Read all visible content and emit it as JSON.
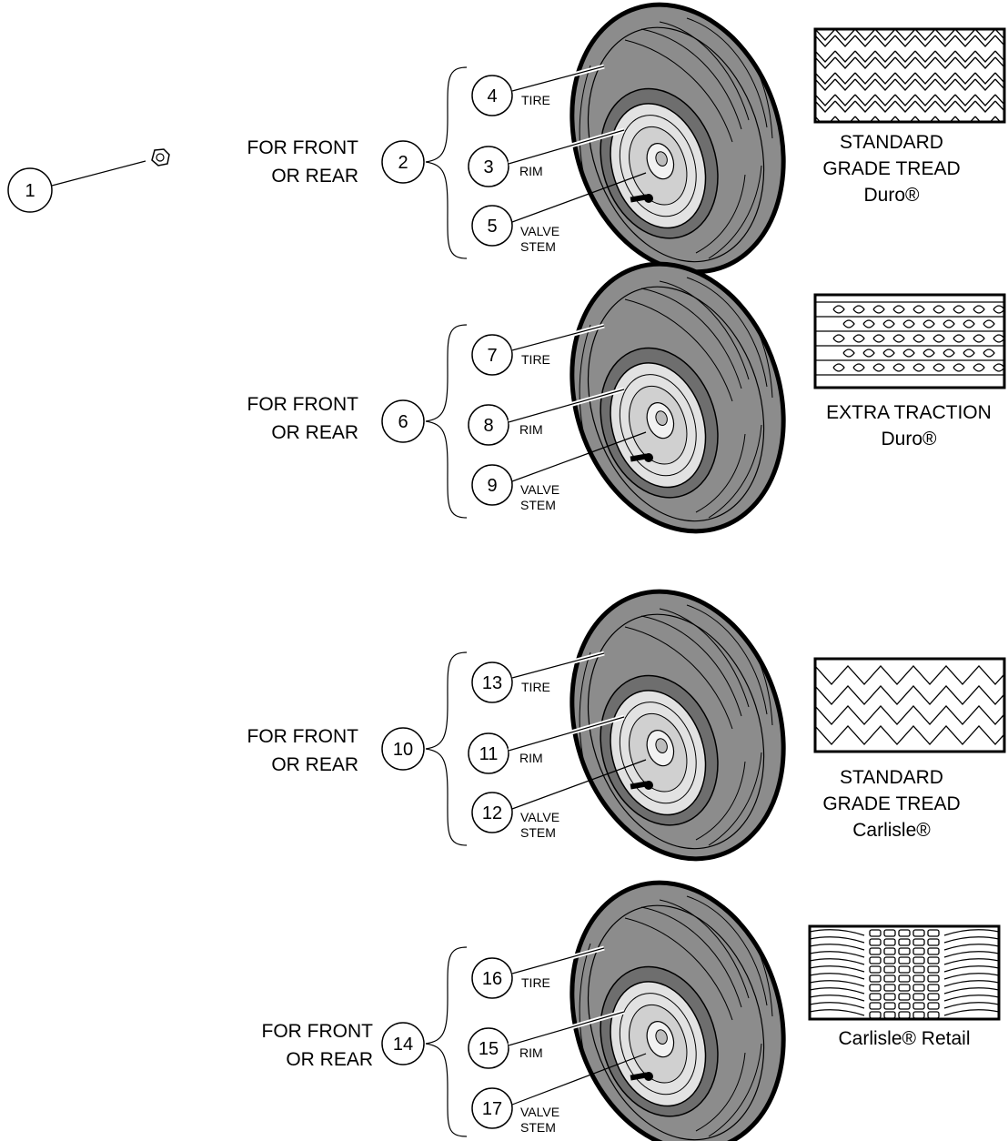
{
  "nut": {
    "callout": "1"
  },
  "assemblies": [
    {
      "group": {
        "callout": "2",
        "label_line1": "FOR FRONT",
        "label_line2": "OR REAR"
      },
      "parts": [
        {
          "callout": "4",
          "label_line1": "TIRE",
          "label_line2": ""
        },
        {
          "callout": "3",
          "label_line1": "RIM",
          "label_line2": ""
        },
        {
          "callout": "5",
          "label_line1": "VALVE",
          "label_line2": "STEM"
        }
      ],
      "tread": {
        "pattern": "herringbone",
        "caption": [
          "STANDARD",
          "GRADE TREAD",
          "Duro®"
        ]
      }
    },
    {
      "group": {
        "callout": "6",
        "label_line1": "FOR FRONT",
        "label_line2": "OR REAR"
      },
      "parts": [
        {
          "callout": "7",
          "label_line1": "TIRE",
          "label_line2": ""
        },
        {
          "callout": "8",
          "label_line1": "RIM",
          "label_line2": ""
        },
        {
          "callout": "9",
          "label_line1": "VALVE",
          "label_line2": "STEM"
        }
      ],
      "tread": {
        "pattern": "extra-traction",
        "caption": [
          "EXTRA TRACTION",
          "Duro®"
        ]
      }
    },
    {
      "group": {
        "callout": "10",
        "label_line1": "FOR FRONT",
        "label_line2": "OR REAR"
      },
      "parts": [
        {
          "callout": "13",
          "label_line1": "TIRE",
          "label_line2": ""
        },
        {
          "callout": "11",
          "label_line1": "RIM",
          "label_line2": ""
        },
        {
          "callout": "12",
          "label_line1": "VALVE",
          "label_line2": "STEM"
        }
      ],
      "tread": {
        "pattern": "zigzag",
        "caption": [
          "STANDARD",
          "GRADE TREAD",
          "Carlisle®"
        ]
      }
    },
    {
      "group": {
        "callout": "14",
        "label_line1": "FOR FRONT",
        "label_line2": "OR REAR"
      },
      "parts": [
        {
          "callout": "16",
          "label_line1": "TIRE",
          "label_line2": ""
        },
        {
          "callout": "15",
          "label_line1": "RIM",
          "label_line2": ""
        },
        {
          "callout": "17",
          "label_line1": "VALVE",
          "label_line2": "STEM"
        }
      ],
      "tread": {
        "pattern": "turf-block",
        "caption": [
          "Carlisle® Retail"
        ]
      }
    }
  ],
  "colors": {
    "tire_fill": "#8c8c8c",
    "rim_fill": "#e2e2e2",
    "line": "#000000",
    "background": "#ffffff"
  }
}
